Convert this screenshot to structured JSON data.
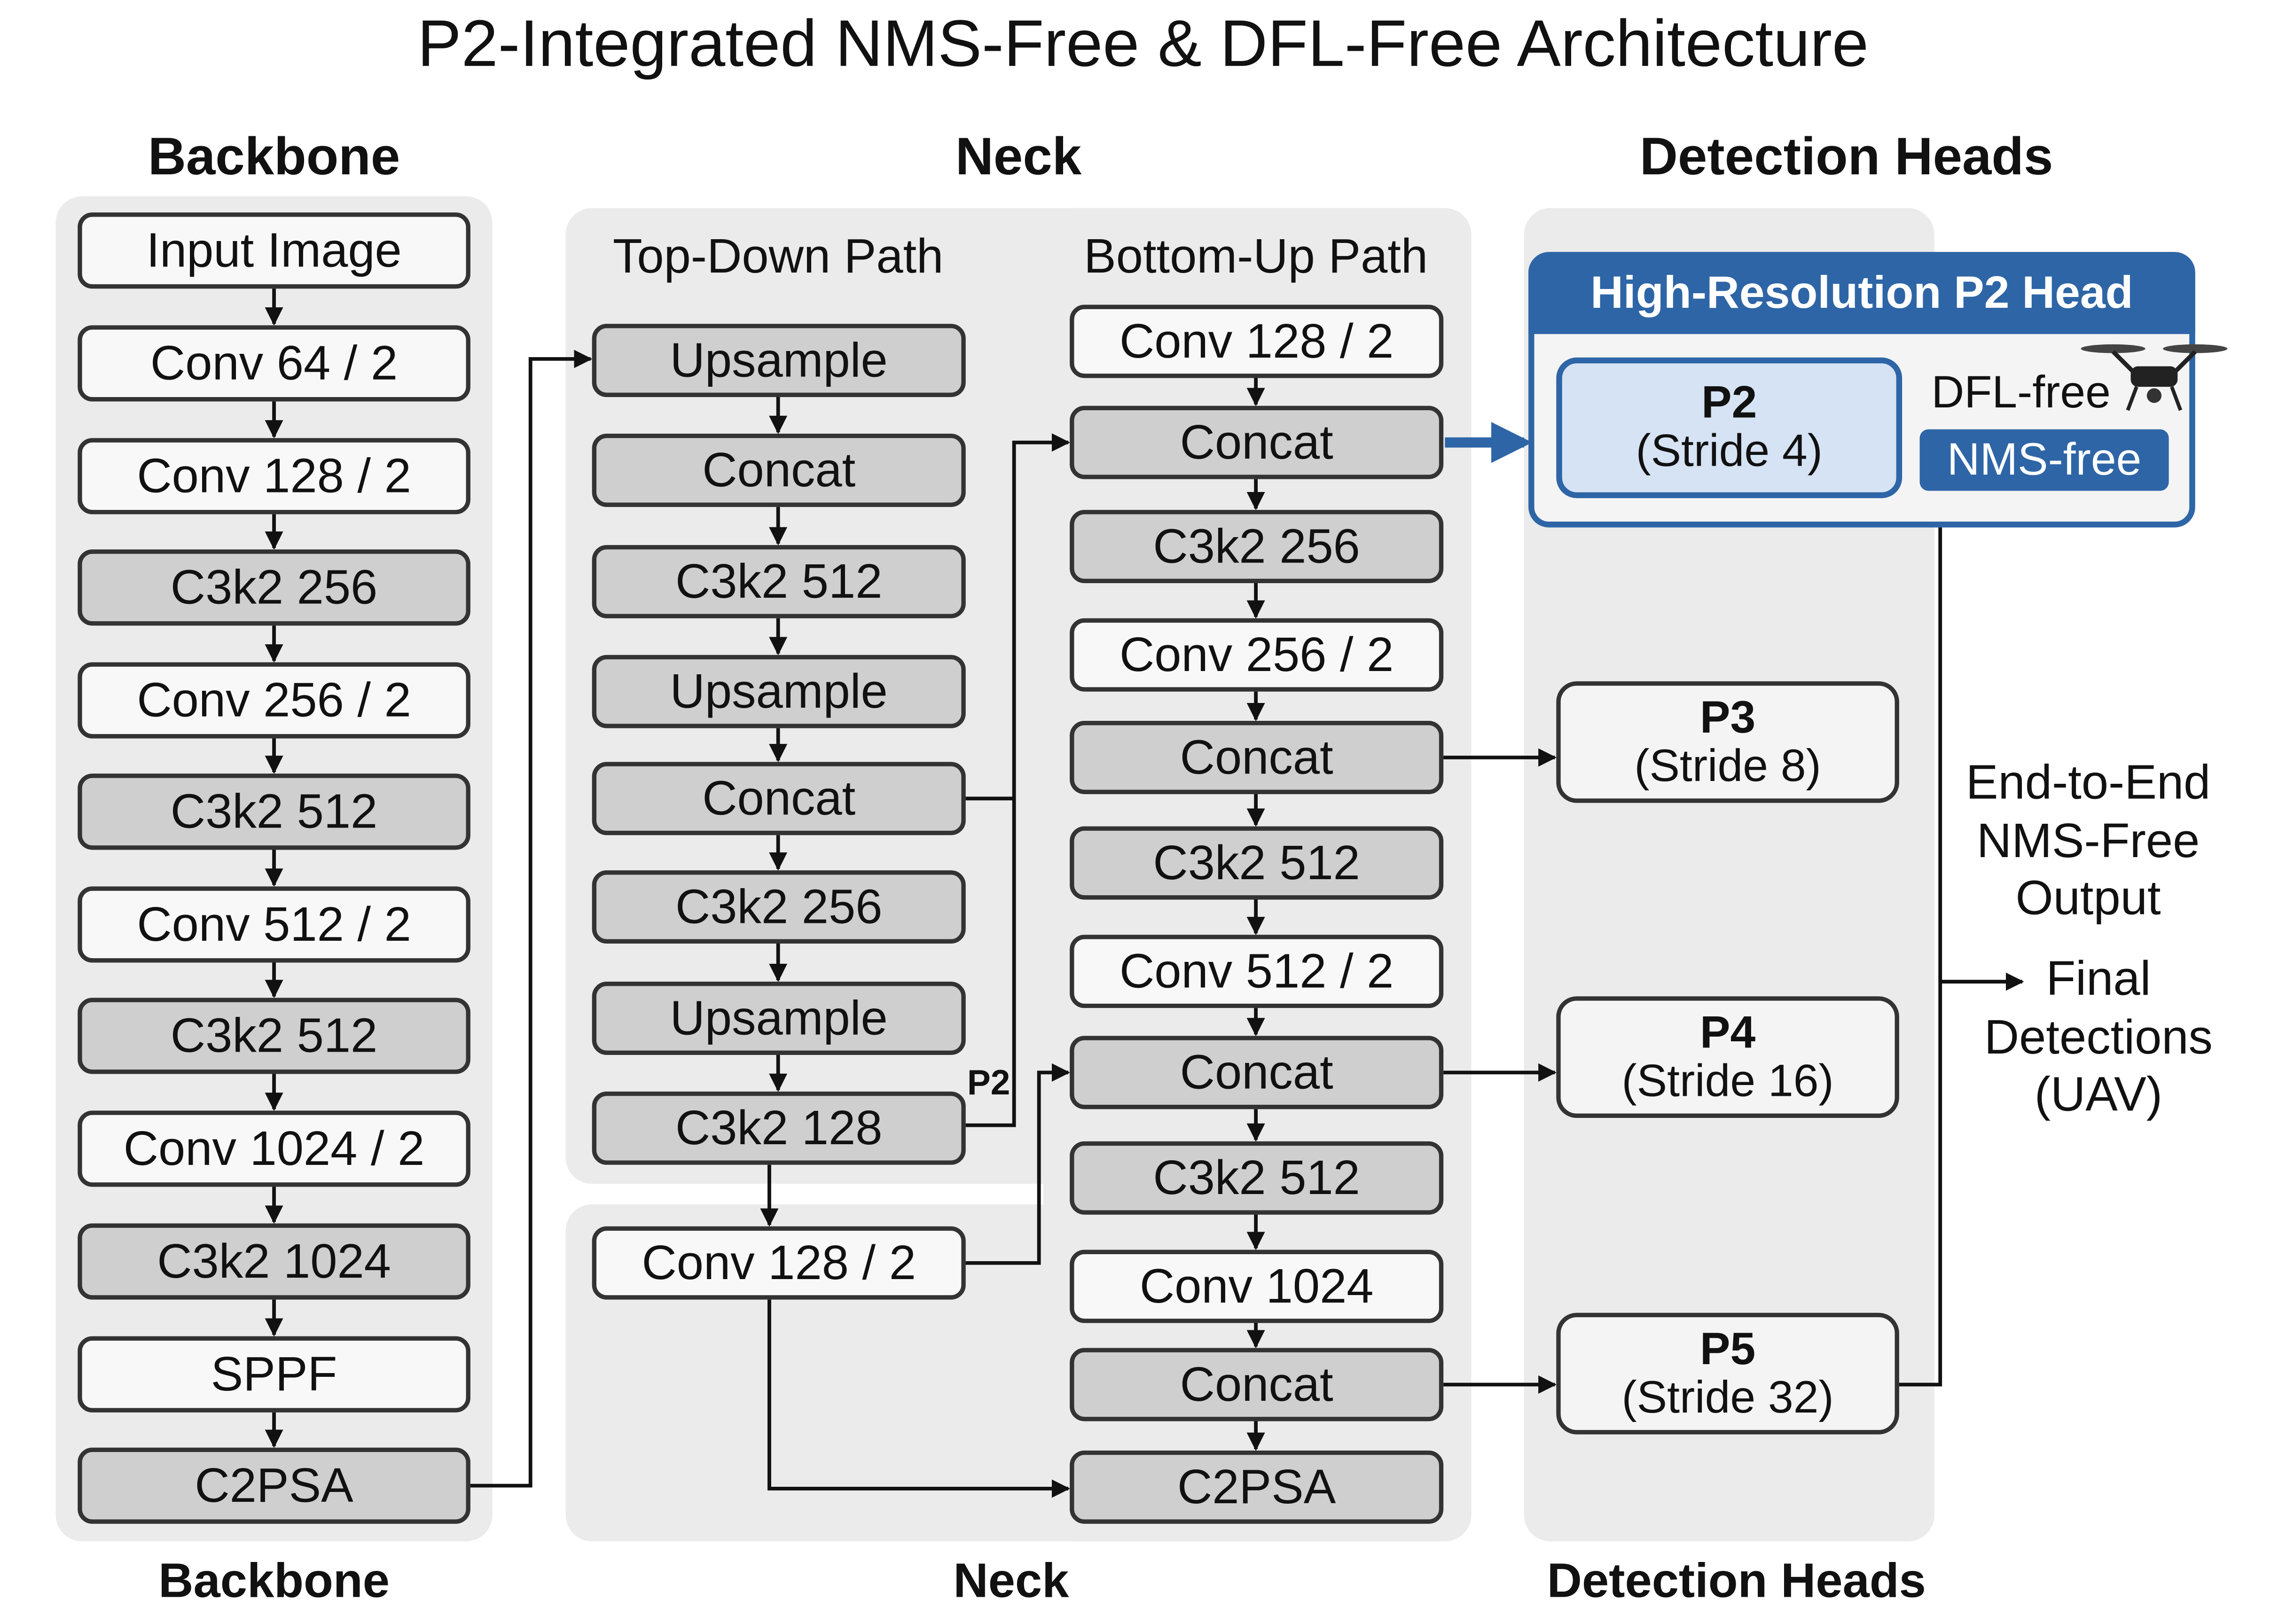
{
  "title": "P2-Integrated NMS-Free & DFL-Free Architecture",
  "sections": {
    "backbone": "Backbone",
    "neck": "Neck",
    "heads": "Detection Heads"
  },
  "neck_paths": {
    "top_down": "Top-Down Path",
    "bottom_up": "Bottom-Up Path"
  },
  "backbone_blocks": [
    "Input Image",
    "Conv 64 / 2",
    "Conv 128 / 2",
    "C3k2 256",
    "Conv 256 / 2",
    "C3k2 512",
    "Conv 512 / 2",
    "C3k2 512",
    "Conv 1024 / 2",
    "C3k2 1024",
    "SPPF",
    "C2PSA"
  ],
  "topdown_blocks": [
    "Upsample",
    "Concat",
    "C3k2 512",
    "Upsample",
    "Concat",
    "C3k2 256",
    "Upsample",
    "C3k2 128"
  ],
  "extra_block": "Conv 128 / 2",
  "bottomup_blocks": [
    "Conv 128 / 2",
    "Concat",
    "C3k2 256",
    "Conv 256 / 2",
    "Concat",
    "C3k2 512",
    "Conv 512 / 2",
    "Concat",
    "C3k2 512",
    "Conv 1024",
    "Concat",
    "C2PSA"
  ],
  "p2_label": "P2",
  "p2_head": {
    "banner": "High-Resolution P2 Head",
    "name": "P2",
    "stride": "(Stride 4)",
    "dfl": "DFL-free",
    "nms": "NMS-free"
  },
  "heads": [
    {
      "name": "P3",
      "stride": "(Stride 8)"
    },
    {
      "name": "P4",
      "stride": "(Stride 16)"
    },
    {
      "name": "P5",
      "stride": "(Stride 32)"
    }
  ],
  "output": {
    "line1": "End-to-End",
    "line2": "NMS-Free",
    "line3": "Output",
    "final1": "Final",
    "final2": "Detections",
    "final3": "(UAV)"
  },
  "colors": {
    "accent_blue": "#2e65a6",
    "light_blue": "#d5e3f4",
    "panel_gray": "#ebebeb",
    "block_dark": "#cfcfcf",
    "block_light": "#f8f8f8"
  },
  "icons": [
    "drone-icon"
  ]
}
